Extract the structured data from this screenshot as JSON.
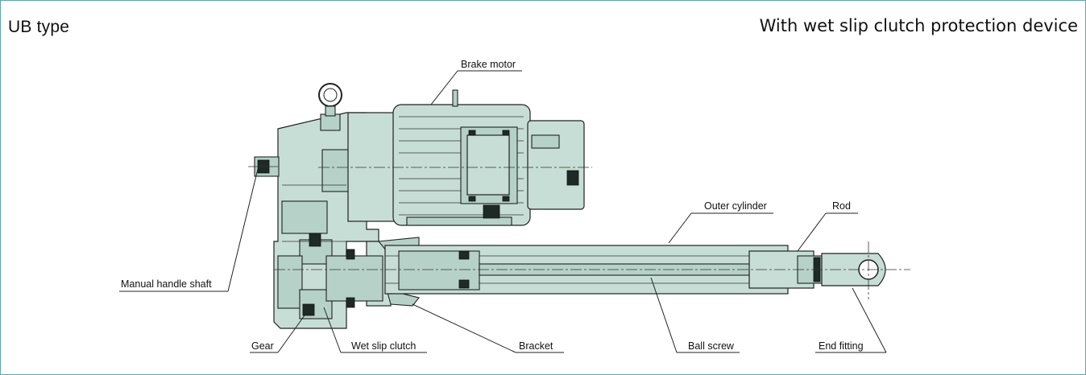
{
  "header": {
    "type_label": "UB type",
    "device_label": "With wet slip clutch protection device"
  },
  "callouts": {
    "brake_motor": "Brake motor",
    "outer_cylinder": "Outer cylinder",
    "rod": "Rod",
    "manual_handle_shaft": "Manual handle shaft",
    "gear": "Gear",
    "wet_slip_clutch": "Wet slip clutch",
    "bracket": "Bracket",
    "ball_screw": "Ball screw",
    "end_fitting": "End fitting"
  },
  "colors": {
    "frame_border": "#5aa8a8",
    "body_fill": "#c7ded6",
    "line": "#222222"
  }
}
